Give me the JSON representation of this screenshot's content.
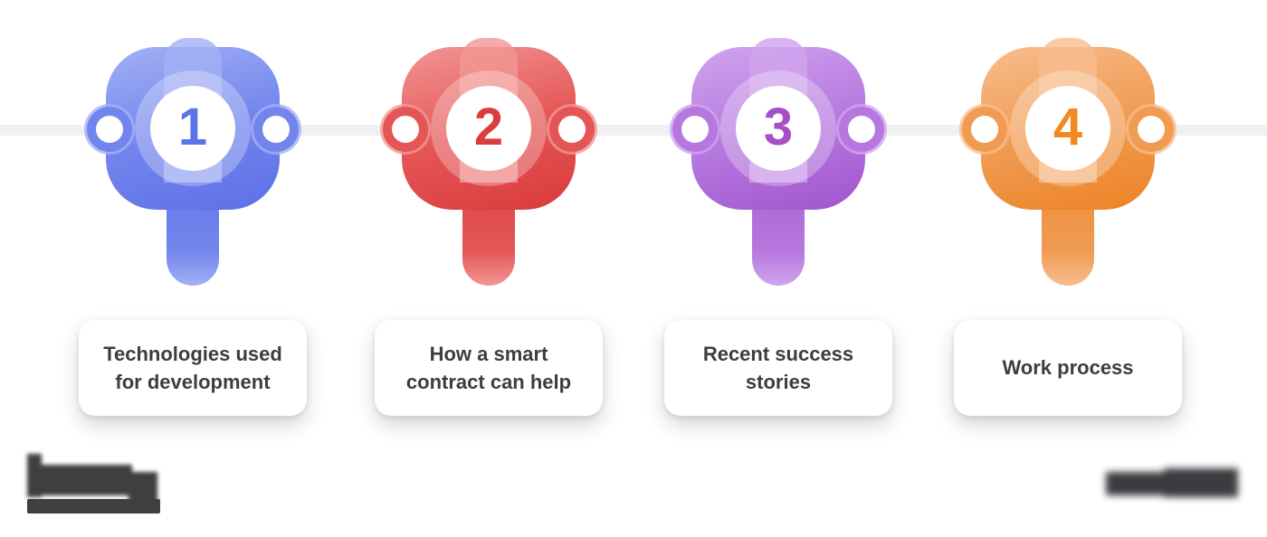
{
  "diagram": {
    "type": "horizontal-timeline-infographic",
    "step_count": 4,
    "line_color": "#f0f0f2",
    "card_text_color": "#3d3d40"
  },
  "steps": [
    {
      "number": "1",
      "label": "Technologies used for development",
      "colors": {
        "main": "#7285ec",
        "light": "#a3b0f5",
        "dark": "#5d70e8",
        "num": "#5b74e8",
        "stripe": "rgba(163,176,245,0.8)"
      }
    },
    {
      "number": "2",
      "label": "How a smart contract can help",
      "colors": {
        "main": "#e45656",
        "light": "#f29694",
        "dark": "#da3a3c",
        "num": "#db3c3e",
        "stripe": "rgba(242,150,148,0.8)"
      }
    },
    {
      "number": "3",
      "label": "Recent success stories",
      "colors": {
        "main": "#b678df",
        "light": "#d0a4ee",
        "dark": "#a254cd",
        "num": "#a64fc7",
        "stripe": "rgba(208,164,238,0.8)"
      }
    },
    {
      "number": "4",
      "label": "Work process",
      "colors": {
        "main": "#f09b52",
        "light": "#f7bd8d",
        "dark": "#ee8224",
        "num": "#f08921",
        "stripe": "rgba(247,189,141,0.8)"
      }
    }
  ]
}
